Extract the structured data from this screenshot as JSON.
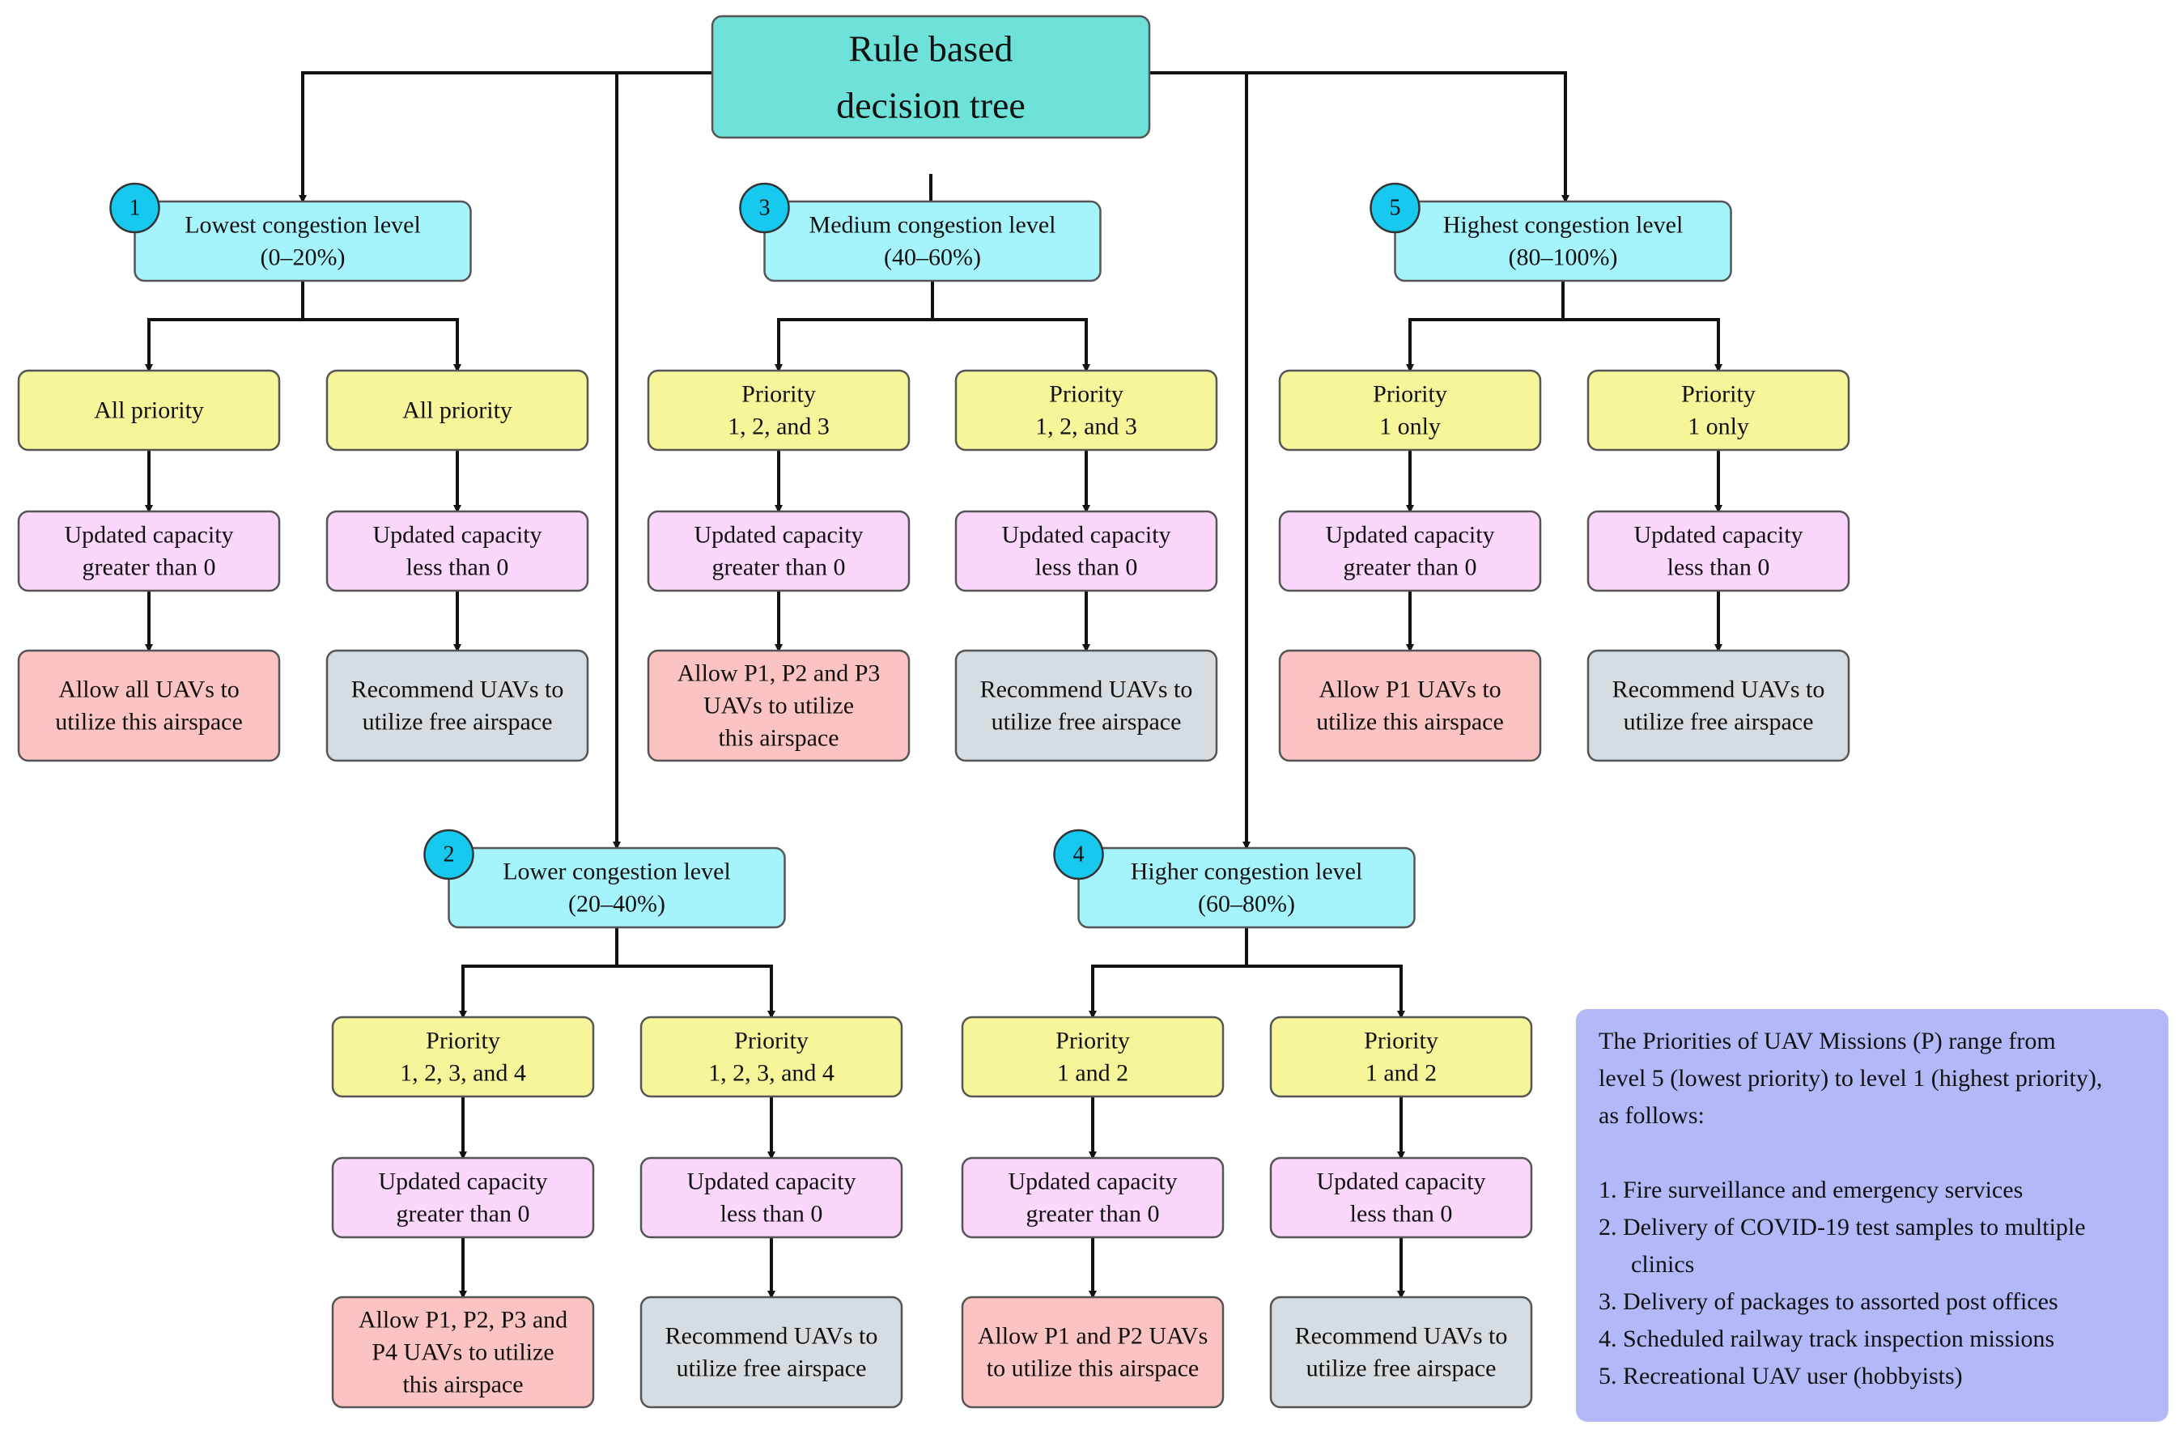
{
  "root": {
    "lines": [
      "Rule based",
      "decision tree"
    ],
    "color": "#6ee2d8"
  },
  "colors": {
    "level": "#a6f4fb",
    "priority": "#f6f59a",
    "capacity": "#fbd7fb",
    "allow": "#fbc3c1",
    "recommend": "#d5dce2",
    "badge": "#17c8ef",
    "legend": "#b3b9f8"
  },
  "levels": [
    {
      "badge": "1",
      "title": [
        "Lowest congestion level",
        "(0–20%)"
      ],
      "branches": [
        {
          "priority": [
            "All priority"
          ],
          "capacity": [
            "Updated capacity",
            "greater than 0"
          ],
          "outcome": [
            "Allow all UAVs to",
            "utilize this airspace"
          ],
          "kind": "allow"
        },
        {
          "priority": [
            "All priority"
          ],
          "capacity": [
            "Updated capacity",
            "less than 0"
          ],
          "outcome": [
            "Recommend UAVs to",
            "utilize free airspace"
          ],
          "kind": "recommend"
        }
      ]
    },
    {
      "badge": "2",
      "title": [
        "Lower congestion level",
        "(20–40%)"
      ],
      "branches": [
        {
          "priority": [
            "Priority",
            "1, 2, 3, and 4"
          ],
          "capacity": [
            "Updated capacity",
            "greater than 0"
          ],
          "outcome": [
            "Allow P1, P2, P3 and",
            "P4 UAVs to utilize",
            "this airspace"
          ],
          "kind": "allow"
        },
        {
          "priority": [
            "Priority",
            "1, 2, 3, and 4"
          ],
          "capacity": [
            "Updated capacity",
            "less than 0"
          ],
          "outcome": [
            "Recommend UAVs to",
            "utilize free airspace"
          ],
          "kind": "recommend"
        }
      ]
    },
    {
      "badge": "3",
      "title": [
        "Medium congestion level",
        "(40–60%)"
      ],
      "branches": [
        {
          "priority": [
            "Priority",
            "1, 2, and 3"
          ],
          "capacity": [
            "Updated capacity",
            "greater than 0"
          ],
          "outcome": [
            "Allow P1, P2 and P3",
            "UAVs to utilize",
            "this airspace"
          ],
          "kind": "allow"
        },
        {
          "priority": [
            "Priority",
            "1, 2, and 3"
          ],
          "capacity": [
            "Updated capacity",
            "less than 0"
          ],
          "outcome": [
            "Recommend UAVs to",
            "utilize free airspace"
          ],
          "kind": "recommend"
        }
      ]
    },
    {
      "badge": "4",
      "title": [
        "Higher congestion level",
        "(60–80%)"
      ],
      "branches": [
        {
          "priority": [
            "Priority",
            "1 and 2"
          ],
          "capacity": [
            "Updated capacity",
            "greater than 0"
          ],
          "outcome": [
            "Allow P1 and P2 UAVs",
            "to utilize this airspace"
          ],
          "kind": "allow"
        },
        {
          "priority": [
            "Priority",
            "1 and 2"
          ],
          "capacity": [
            "Updated capacity",
            "less than 0"
          ],
          "outcome": [
            "Recommend UAVs to",
            "utilize free airspace"
          ],
          "kind": "recommend"
        }
      ]
    },
    {
      "badge": "5",
      "title": [
        "Highest congestion level",
        "(80–100%)"
      ],
      "branches": [
        {
          "priority": [
            "Priority",
            "1 only"
          ],
          "capacity": [
            "Updated capacity",
            "greater than 0"
          ],
          "outcome": [
            "Allow P1 UAVs to",
            "utilize this airspace"
          ],
          "kind": "allow"
        },
        {
          "priority": [
            "Priority",
            "1 only"
          ],
          "capacity": [
            "Updated capacity",
            "less than 0"
          ],
          "outcome": [
            "Recommend UAVs to",
            "utilize free airspace"
          ],
          "kind": "recommend"
        }
      ]
    }
  ],
  "legend": {
    "intro": [
      "The Priorities of UAV Missions (P) range from",
      "level 5 (lowest priority) to level 1 (highest priority),",
      "as follows:"
    ],
    "items": [
      [
        "1. Fire surveillance and emergency services"
      ],
      [
        "2. Delivery of COVID-19 test samples to multiple",
        "clinics"
      ],
      [
        " 3. Delivery of packages to assorted post offices"
      ],
      [
        "4. Scheduled railway track inspection missions"
      ],
      [
        "5. Recreational UAV user (hobbyists)"
      ]
    ]
  }
}
